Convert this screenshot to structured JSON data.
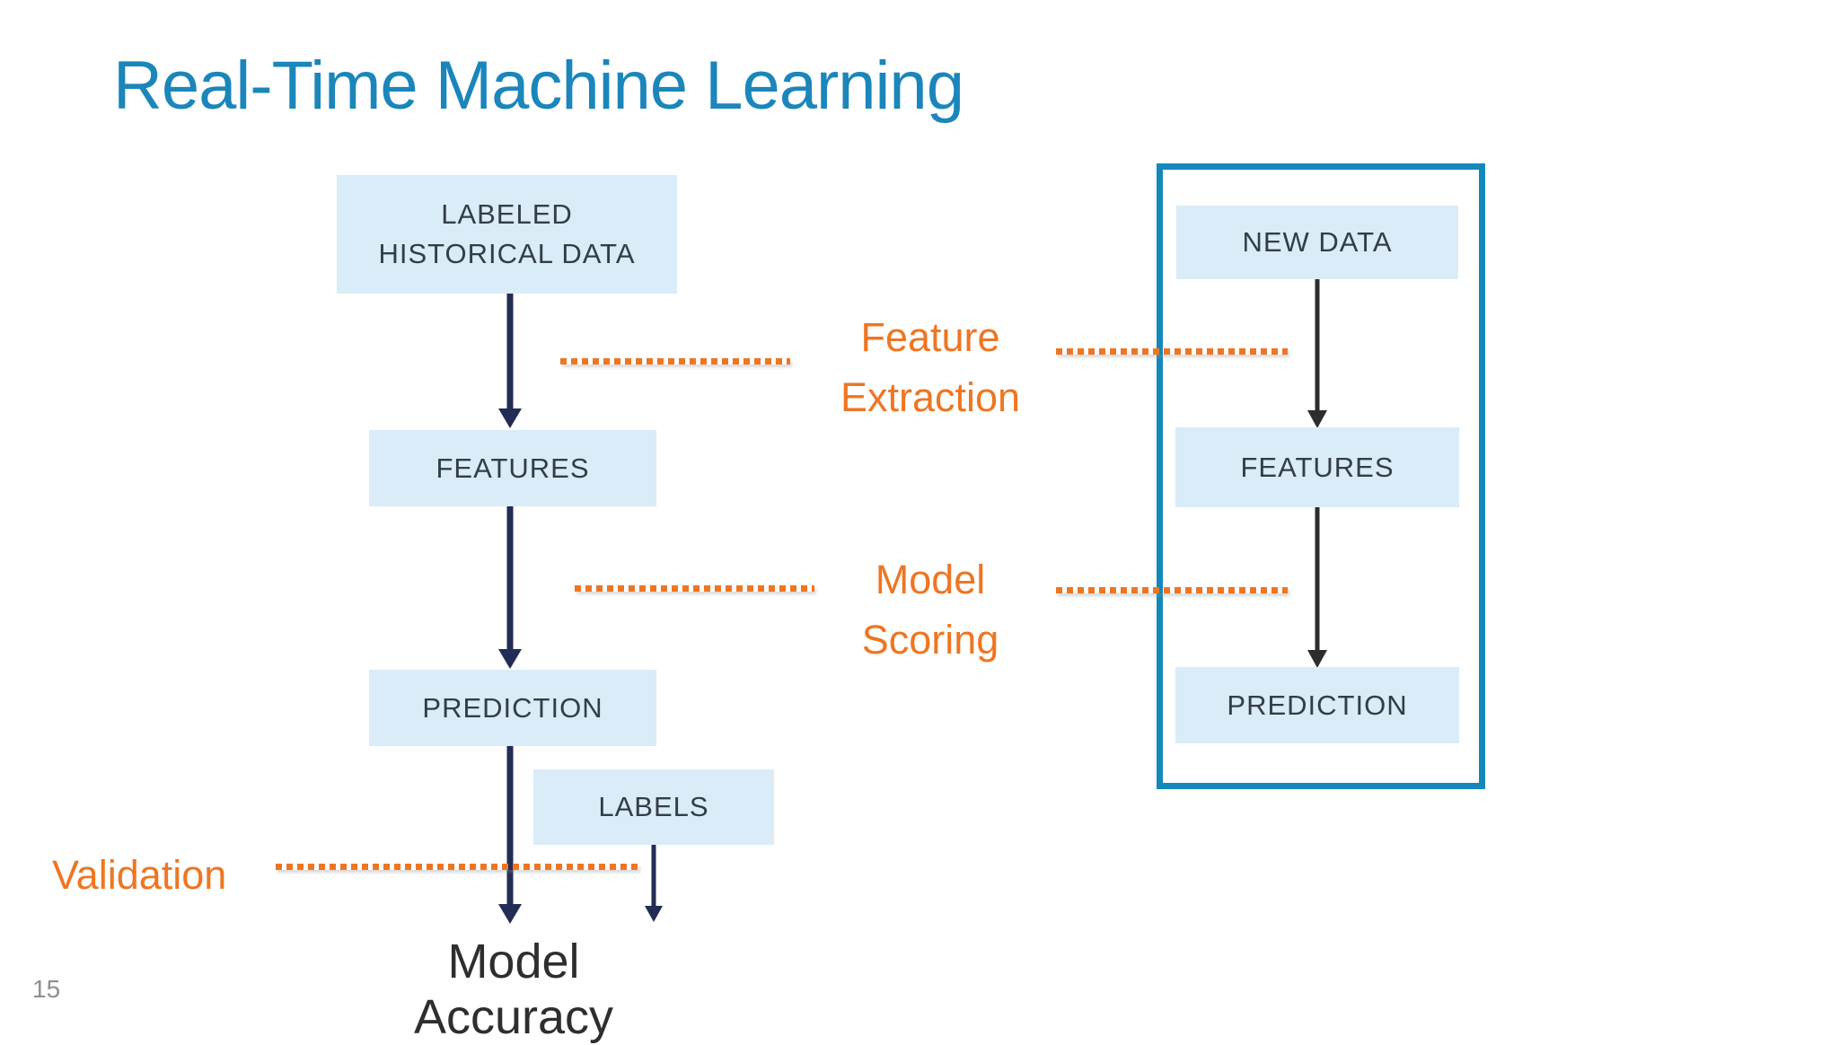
{
  "slide": {
    "title": "Real-Time Machine Learning",
    "page_number": "15"
  },
  "colors": {
    "background": "#ffffff",
    "title_blue": "#1b86ba",
    "box_fill": "#d9ecf8",
    "box_text": "#333d48",
    "navy_arrow": "#232c55",
    "black_arrow": "#2d2d2d",
    "orange": "#ee7623",
    "highlight_border": "#1488ba",
    "accuracy_text": "#2e2e2e",
    "page_gray": "#8f8f8f"
  },
  "training_pipeline": {
    "labeled_line1": "LABELED",
    "labeled_line2": "HISTORICAL DATA",
    "features": "FEATURES",
    "prediction": "PREDICTION",
    "labels": "LABELS",
    "accuracy": "Model Accuracy"
  },
  "scoring_pipeline": {
    "new_data": "NEW DATA",
    "features": "FEATURES",
    "prediction": "PREDICTION"
  },
  "annotations": {
    "feature_extraction_line1": "Feature",
    "feature_extraction_line2": "Extraction",
    "model_scoring_line1": "Model",
    "model_scoring_line2": "Scoring",
    "validation": "Validation"
  }
}
